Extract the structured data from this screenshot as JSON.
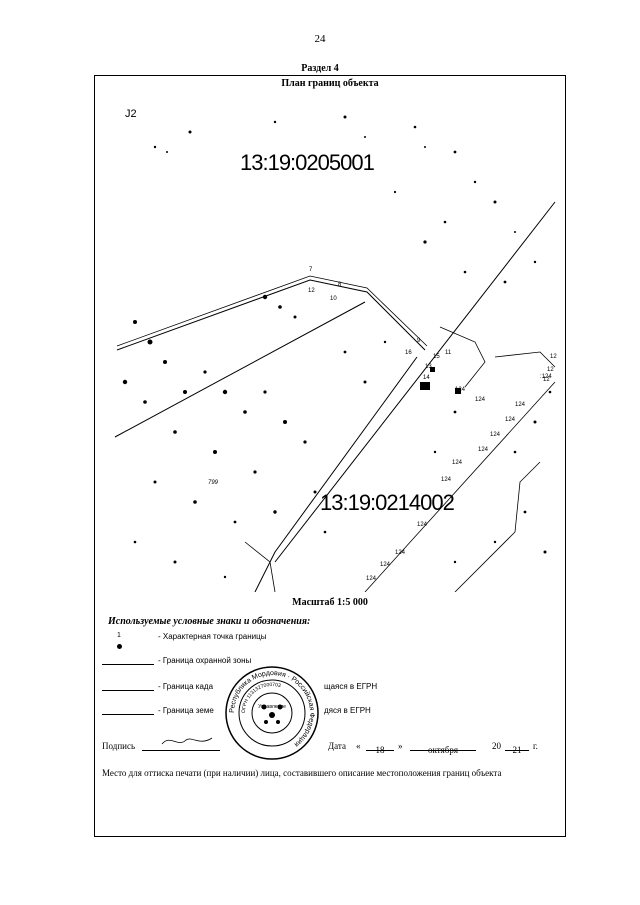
{
  "page_number": "24",
  "section": "Раздел 4",
  "plan_title": "План границ объекта",
  "map": {
    "sheet_label": "J2",
    "cadastral_top": "13:19:0205001",
    "cadastral_bottom": "13:19:0214002",
    "parcel_label": "799",
    "points": [
      "7",
      "8",
      "9",
      "10",
      "11",
      "12",
      "13",
      "14",
      "15",
      "16",
      "12",
      "12",
      "12"
    ],
    "points_124": [
      ":124",
      "124",
      "124",
      "124",
      "124",
      "124",
      "124",
      "124",
      "124",
      "124",
      "124",
      "124",
      "124"
    ]
  },
  "scale": "Масштаб 1:5 000",
  "legend": {
    "title": "Используемые условные знаки и обозначения:",
    "point_sample": "1",
    "items": [
      "- Характерная точка границы",
      "- Граница охранной зоны",
      "- Граница када",
      "- Граница земе"
    ],
    "item3_tail": "щаяся в ЕГРН",
    "item4_tail": "дяся в ЕГРН"
  },
  "signature": {
    "label": "Подпись",
    "date_label": "Дата",
    "quote_open": "«",
    "day": "18",
    "quote_close": "»",
    "month": "октября",
    "year_prefix": "20",
    "year_suffix": "21",
    "year_unit": "г."
  },
  "stamp": {
    "outer_text": "Республика Мордовия · Российская Федерация",
    "inner_text": "ОГРН 1131327000703",
    "center_text": "Управление"
  },
  "footer_text": "Место для оттиска печати (при наличии) лица, составившего описание местоположения границ объекта"
}
